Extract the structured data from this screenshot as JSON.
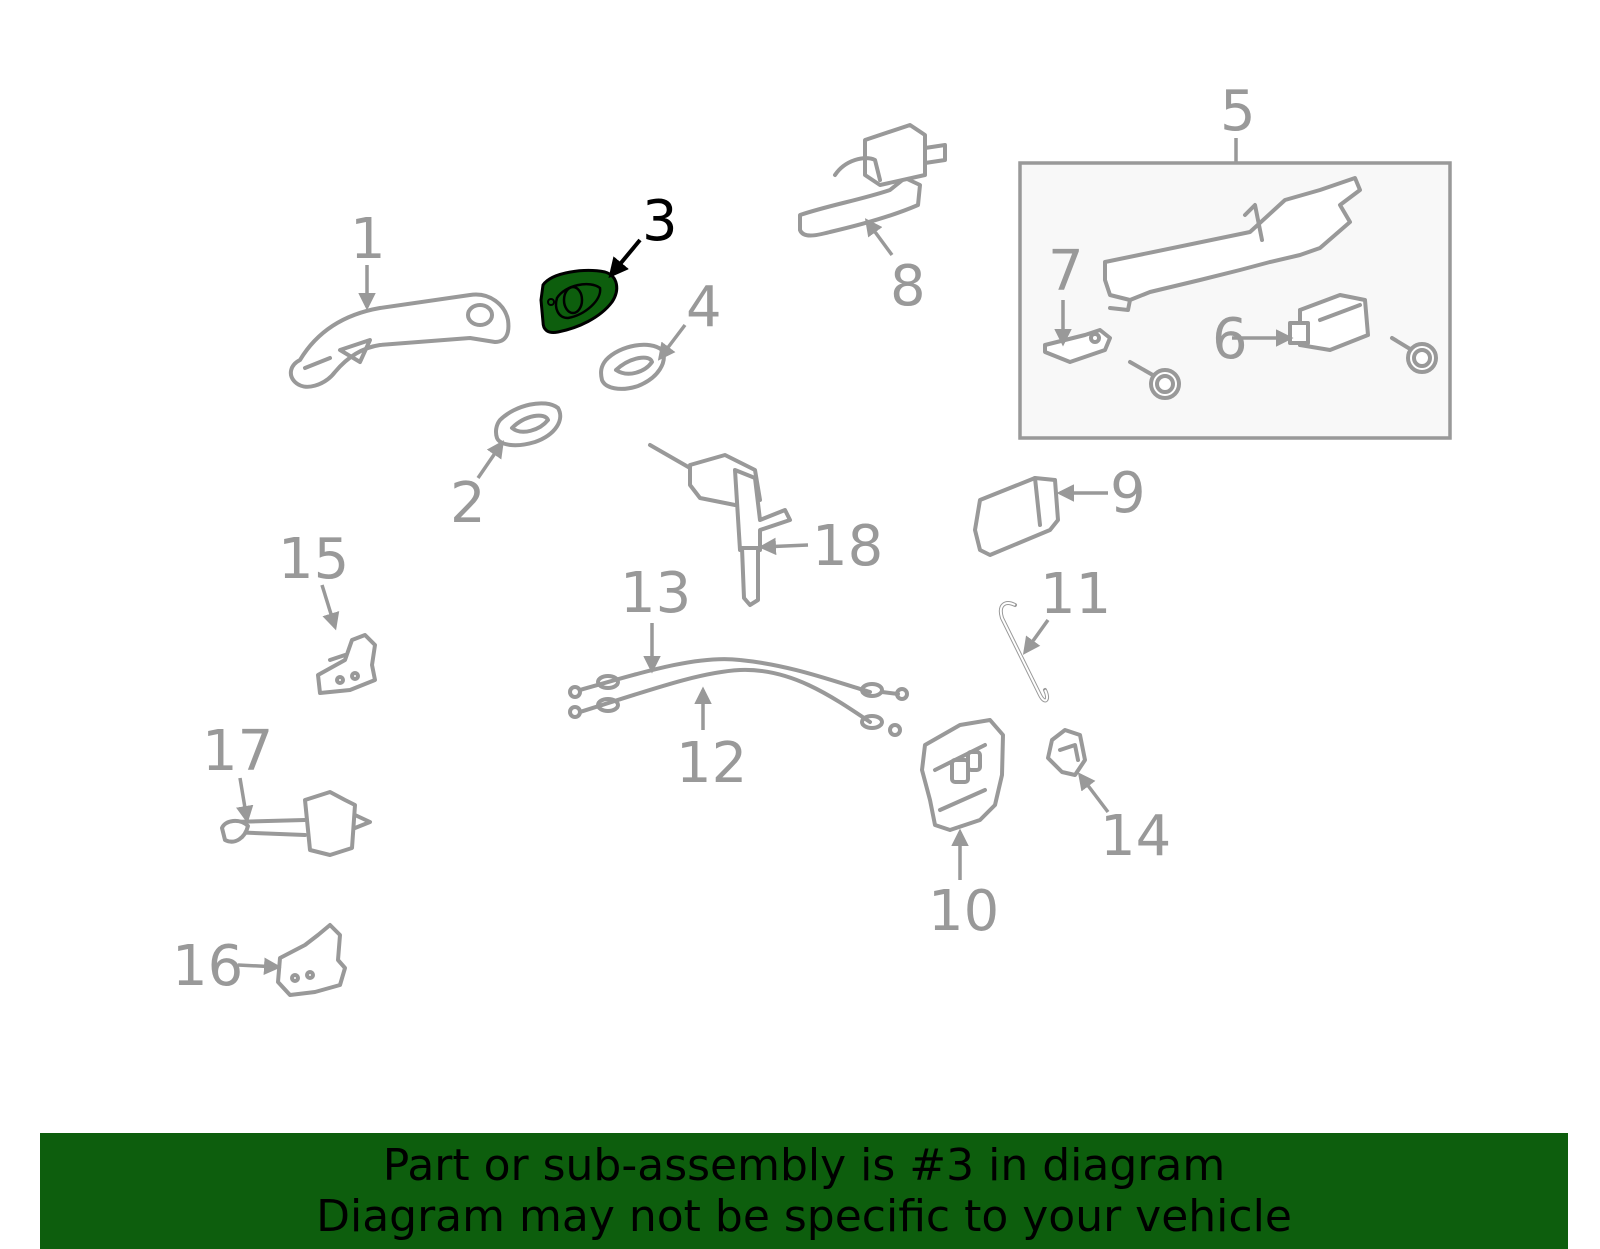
{
  "highlight_color": "#0d5e0d",
  "callouts": {
    "c1": "1",
    "c2": "2",
    "c3": "3",
    "c4": "4",
    "c5": "5",
    "c6": "6",
    "c7": "7",
    "c8": "8",
    "c9": "9",
    "c10": "10",
    "c11": "11",
    "c12": "12",
    "c13": "13",
    "c14": "14",
    "c15": "15",
    "c16": "16",
    "c17": "17",
    "c18": "18"
  },
  "banner": {
    "line1": "Part or sub-assembly is #3 in diagram",
    "line2": "Diagram may not be specific to your vehicle"
  }
}
